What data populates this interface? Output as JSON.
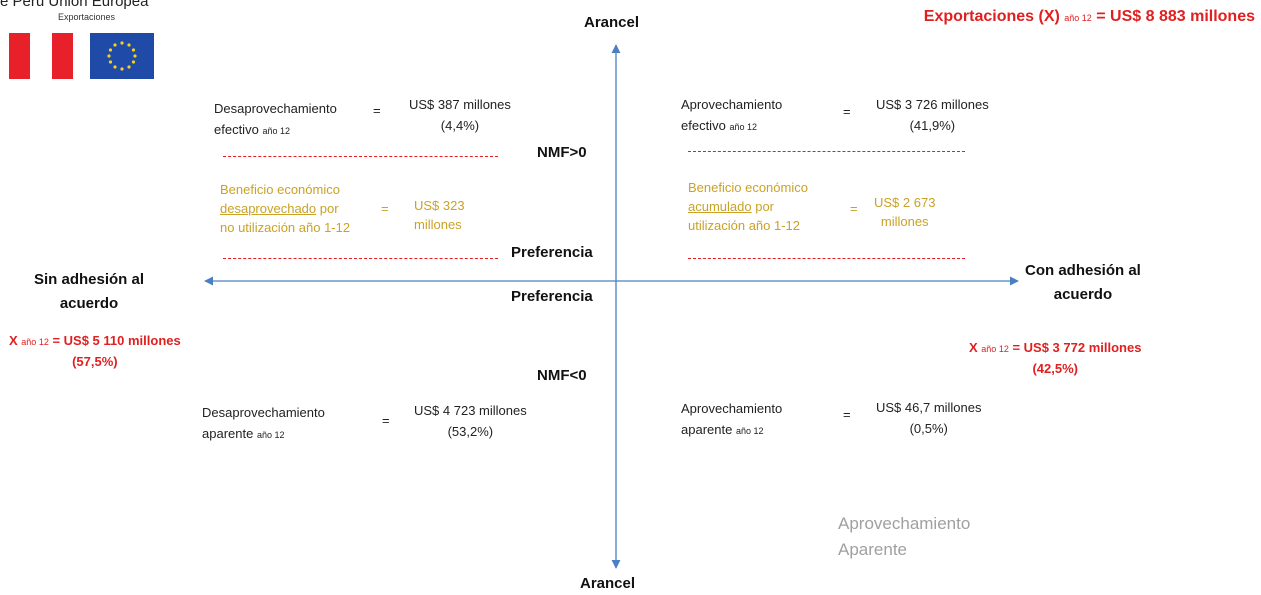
{
  "header": {
    "title": "e Perú Unión Europea",
    "exports_caption": "Exportaciones",
    "total_main": "Exportaciones (X)",
    "total_sub": "año 12",
    "total_value": "= US$ 8 883 millones"
  },
  "axes": {
    "top": "Arancel",
    "bottom": "Arancel",
    "left_line1": "Sin adhesión al",
    "left_line2": "acuerdo",
    "right_line1": "Con adhesión al",
    "right_line2": "acuerdo",
    "nmf_pos": "NMF>0",
    "nmf_neg": "NMF<0",
    "pref_top": "Preferencia",
    "pref_bottom": "Preferencia"
  },
  "quadrants": {
    "top_left": {
      "label_line1": "Desaprovechamiento",
      "label_line2": "efectivo",
      "sub": "año 12",
      "value": "US$ 387 millones",
      "pct": "(4,4%)",
      "benefit_line1": "Beneficio económico",
      "benefit_underlined": "desaprovechado",
      "benefit_line2_rest": " por",
      "benefit_line3": "no utilización año 1-12",
      "benefit_value1": "US$ 323",
      "benefit_value2": "millones"
    },
    "top_right": {
      "label_line1": "Aprovechamiento",
      "label_line2": "efectivo",
      "sub": "año 12",
      "value": "US$ 3 726 millones",
      "pct": "(41,9%)",
      "benefit_line1": "Beneficio económico",
      "benefit_underlined": "acumulado",
      "benefit_line2_rest": " por",
      "benefit_line3": "utilización año 1-12",
      "benefit_value1": "US$ 2 673",
      "benefit_value2": "millones"
    },
    "bottom_left": {
      "label_line1": "Desaprovechamiento",
      "label_line2": "aparente",
      "sub": "año 12",
      "value": "US$ 4 723 millones",
      "pct": "(53,2%)"
    },
    "bottom_right": {
      "label_line1": "Aprovechamiento",
      "label_line2": "aparente",
      "sub": "año 12",
      "value": "US$ 46,7 millones",
      "pct": "(0,5%)"
    }
  },
  "totals": {
    "left_x": "X",
    "left_sub": "año 12",
    "left_value": "= US$ 5 110 millones",
    "left_pct": "(57,5%)",
    "right_x": "X",
    "right_sub": "año 12",
    "right_value": "= US$ 3 772 millones",
    "right_pct": "(42,5%)"
  },
  "ghost_label_line1": "Aprovechamiento",
  "ghost_label_line2": "Aparente",
  "equals": "=",
  "colors": {
    "accent_red": "#e02020",
    "gold": "#c9a227",
    "axis_blue": "#4a7fc1"
  }
}
